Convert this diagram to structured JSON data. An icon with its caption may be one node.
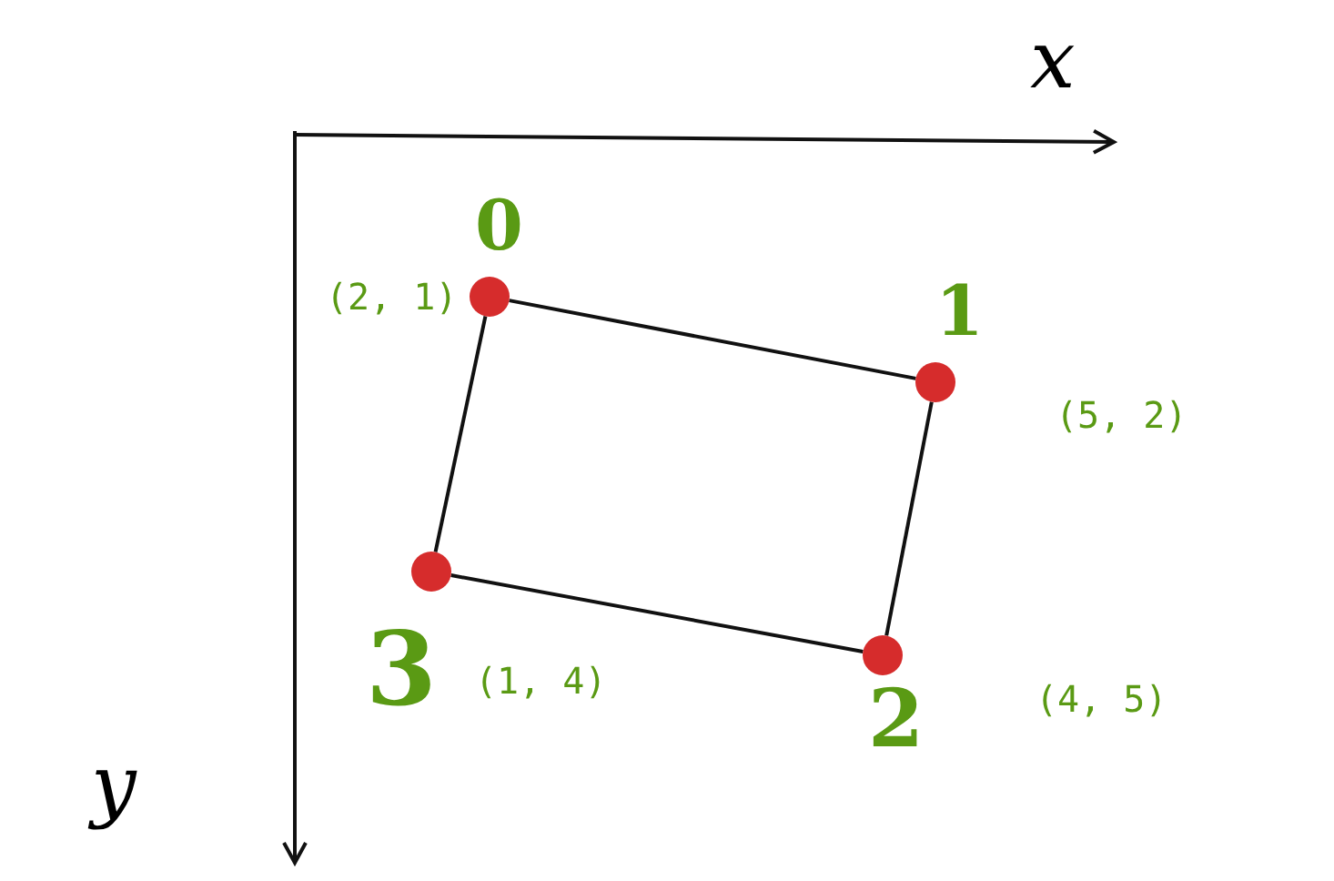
{
  "diagram": {
    "nodes": [
      {
        "text": [
          "0"
        ],
        "beside": [
          "(2, 1)"
        ]
      },
      {
        "text": [
          "1"
        ],
        "beside": [
          "(5, 2)"
        ]
      },
      {
        "text": [
          "3"
        ],
        "beside": [
          "(1, 4)"
        ]
      },
      {
        "text": [
          "2"
        ],
        "beside": [
          "(4, 5)"
        ]
      }
    ],
    "edges": [
      {
        "from": 0,
        "to": 1,
        "arrow": "none"
      },
      {
        "from": 1,
        "to": 3,
        "arrow": "none"
      },
      {
        "from": 3,
        "to": 2,
        "arrow": "none"
      },
      {
        "from": 2,
        "to": 0,
        "arrow": "none"
      }
    ],
    "labels": [
      "x",
      "y"
    ]
  }
}
